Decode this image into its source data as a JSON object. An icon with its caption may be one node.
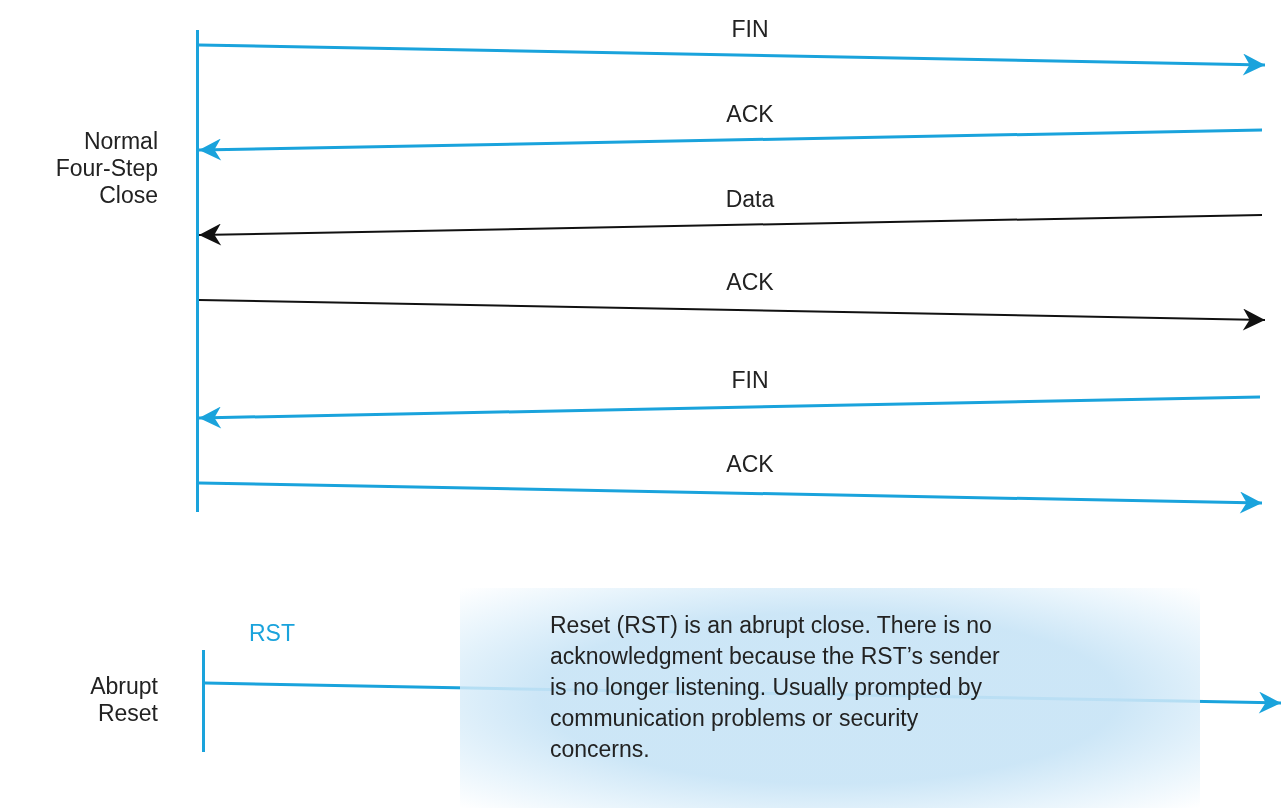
{
  "diagram": {
    "nodes": [
      {
        "text": [],
        "shape": "bar",
        "beside": [
          "Normal Four-Step Close"
        ]
      },
      {
        "text": [],
        "shape": "bar",
        "beside": [
          "Abrupt Reset"
        ]
      },
      {
        "text": [
          "Reset (RST) is an abrupt close. There is no acknowledgment because the RST’s sender is no longer listening. Usually prompted by communication problems or security concerns."
        ]
      }
    ],
    "edges": [
      {
        "from": 0,
        "to": null,
        "arrow": "to",
        "label": "FIN"
      },
      {
        "from": null,
        "to": 0,
        "arrow": "to",
        "label": "ACK"
      },
      {
        "from": null,
        "to": 0,
        "arrow": "to",
        "label": "Data",
        "color": "#111111"
      },
      {
        "from": 0,
        "to": null,
        "arrow": "to",
        "label": "ACK",
        "color": "#111111"
      },
      {
        "from": null,
        "to": 0,
        "arrow": "to",
        "label": "FIN"
      },
      {
        "from": 0,
        "to": null,
        "arrow": "to",
        "label": "ACK"
      },
      {
        "from": 1,
        "to": null,
        "arrow": "to",
        "label": "RST"
      }
    ]
  }
}
